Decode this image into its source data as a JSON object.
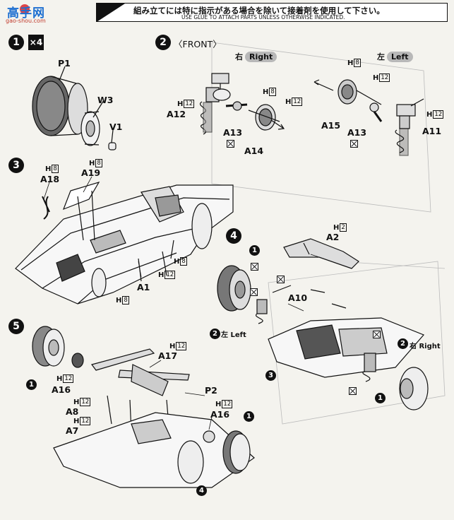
{
  "header": {
    "logo_main": "高手网",
    "logo_sub": "gao-shou.com",
    "notice_jp": "組み立てには特に指示がある場合を除いて接着剤を使用して下さい。",
    "notice_en": "USE GLUE TO ATTACH PARTS UNLESS OTHERWISE INDICATED."
  },
  "steps": [
    {
      "num": "1",
      "qty": "×4",
      "parts": [
        "P1",
        "W3",
        "V1"
      ]
    },
    {
      "num": "2",
      "title": "〈FRONT〉",
      "right_jp": "右",
      "right_en": "Right",
      "left_jp": "左",
      "left_en": "Left",
      "parts": [
        "A12",
        "A13",
        "A14",
        "A15",
        "A13",
        "A11"
      ]
    },
    {
      "num": "3",
      "parts": [
        "A18",
        "A19",
        "A1"
      ]
    },
    {
      "num": "4",
      "parts": [
        "A2",
        "A10"
      ],
      "left_label_jp": "左",
      "left_label_en": "Left",
      "right_label_jp": "右",
      "right_label_en": "Right"
    },
    {
      "num": "5",
      "parts": [
        "A17",
        "P2",
        "A16",
        "A16",
        "A8",
        "A7"
      ]
    }
  ],
  "h_refs": {
    "h_letter": "H",
    "n8": "8",
    "n12": "12",
    "n2": "2"
  },
  "colors": {
    "ink": "#111111",
    "paper": "#f4f3ee",
    "pill": "#b8b8b8"
  }
}
